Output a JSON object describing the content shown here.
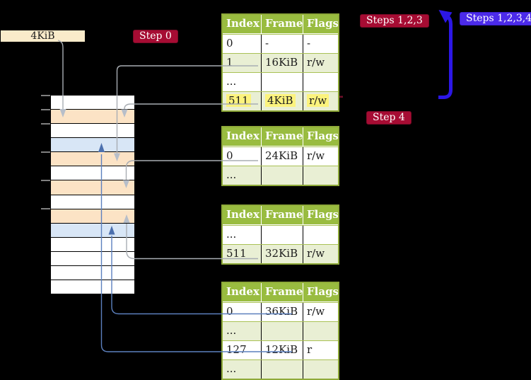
{
  "colors": {
    "background": "#000000",
    "table_header_bg": "#99bc40",
    "table_row_alt_bg": "#e9efd4",
    "table_border": "#8faa39",
    "cell_divider": "#000000",
    "highlight_yellow": "#fcf37d",
    "badge_red_bg": "#a60c33",
    "badge_blue_bg": "#4c2be9",
    "badge_text": "#ffffff",
    "page_size_box_bg": "#faebca",
    "memory_white": "#ffffff",
    "memory_orange": "#fce3c5",
    "memory_blue": "#d8e6f6",
    "connector_gray": "#a8adb3",
    "connector_gray_head": "#b7bec9",
    "connector_blue": "#5c80be",
    "connector_blue_head": "#4c70ae",
    "big_arrow_blue": "#2c17e6",
    "tick_gray": "#7f7f7f"
  },
  "page_size_box": {
    "label": "4KiB"
  },
  "badges": {
    "step0": {
      "label": "Step 0"
    },
    "steps123": {
      "label": "Steps 1,2,3"
    },
    "steps1234": {
      "label": "Steps 1,2,3,4"
    },
    "step4": {
      "label": "Step 4"
    }
  },
  "memory_column": {
    "rows": [
      "white",
      "orange",
      "white",
      "blue",
      "orange",
      "white",
      "orange",
      "white",
      "orange",
      "blue",
      "white",
      "white",
      "white",
      "white"
    ],
    "tick_ys": [
      135,
      155,
      175,
      215,
      255,
      295
    ]
  },
  "tables": [
    {
      "headers": [
        "Index",
        "Frame",
        "Flags"
      ],
      "rows": [
        {
          "cells": [
            "0",
            "-",
            "-"
          ],
          "shaded": false,
          "highlighted": false
        },
        {
          "cells": [
            "1",
            "16KiB",
            "r/w"
          ],
          "shaded": true,
          "highlighted": false
        },
        {
          "cells": [
            "...",
            "",
            ""
          ],
          "shaded": false,
          "highlighted": false
        },
        {
          "cells": [
            "511",
            "4KiB",
            "r/w"
          ],
          "shaded": true,
          "highlighted": true
        }
      ]
    },
    {
      "headers": [
        "Index",
        "Frame",
        "Flags"
      ],
      "rows": [
        {
          "cells": [
            "0",
            "24KiB",
            "r/w"
          ],
          "shaded": false,
          "highlighted": false
        },
        {
          "cells": [
            "...",
            "",
            ""
          ],
          "shaded": true,
          "highlighted": false
        }
      ]
    },
    {
      "headers": [
        "Index",
        "Frame",
        "Flags"
      ],
      "rows": [
        {
          "cells": [
            "...",
            "",
            ""
          ],
          "shaded": false,
          "highlighted": false
        },
        {
          "cells": [
            "511",
            "32KiB",
            "r/w"
          ],
          "shaded": true,
          "highlighted": false
        }
      ]
    },
    {
      "headers": [
        "Index",
        "Frame",
        "Flags"
      ],
      "rows": [
        {
          "cells": [
            "0",
            "36KiB",
            "r/w"
          ],
          "shaded": false,
          "highlighted": false
        },
        {
          "cells": [
            "...",
            "",
            ""
          ],
          "shaded": true,
          "highlighted": false
        },
        {
          "cells": [
            "127",
            "12KiB",
            "r"
          ],
          "shaded": false,
          "highlighted": false
        },
        {
          "cells": [
            "...",
            "",
            ""
          ],
          "shaded": true,
          "highlighted": false
        }
      ]
    }
  ]
}
